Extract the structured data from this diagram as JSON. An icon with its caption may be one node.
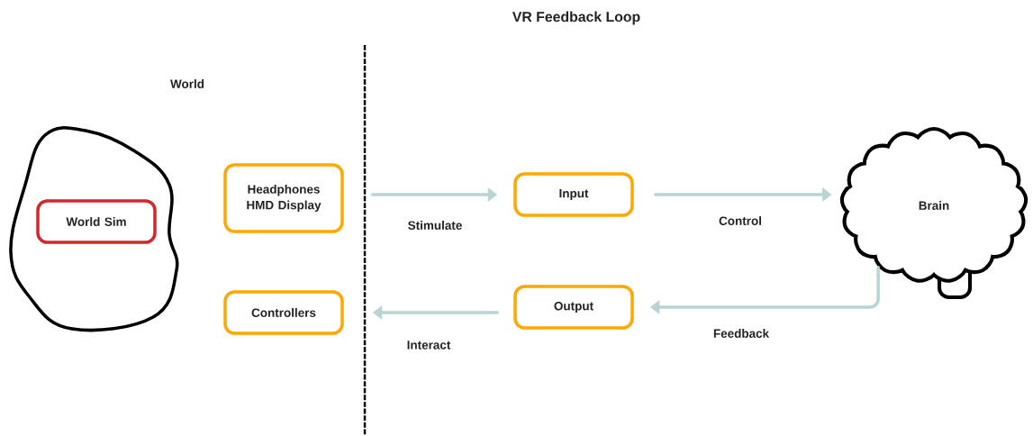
{
  "diagram": {
    "title": "VR Feedback Loop",
    "nodes": [
      {
        "text": [
          "World"
        ]
      },
      {
        "text": [
          "World Sim"
        ],
        "in": 0
      },
      {
        "text": [
          "Headphones HMD Display"
        ]
      },
      {
        "text": [
          "Controllers"
        ]
      },
      {
        "text": [
          "Input"
        ]
      },
      {
        "text": [
          "Output"
        ]
      },
      {
        "text": [
          "Brain"
        ]
      }
    ],
    "edges": [
      {
        "from": 2,
        "to": 4,
        "arrow": "to",
        "label": "Stimulate"
      },
      {
        "from": 4,
        "to": 6,
        "arrow": "to",
        "label": "Control"
      },
      {
        "from": 6,
        "to": 5,
        "arrow": "to",
        "label": "Feedback"
      },
      {
        "from": 5,
        "to": 3,
        "arrow": "to",
        "label": "Interact"
      }
    ]
  }
}
